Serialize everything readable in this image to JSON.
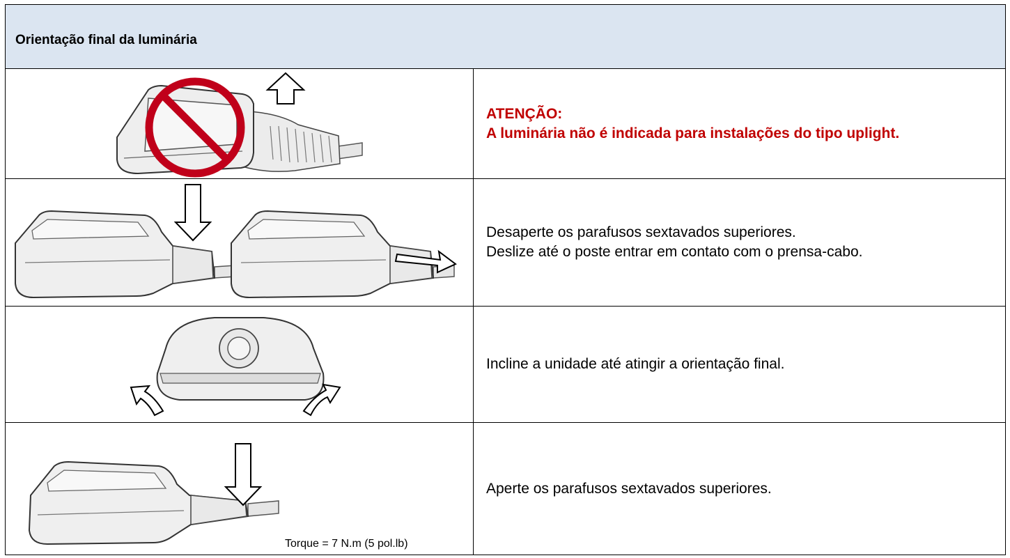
{
  "header": {
    "title": "Orientação final da luminária"
  },
  "rows": [
    {
      "warning_title": "ATENÇÃO:",
      "warning_text": "A luminária não é indicada para instalações do tipo uplight."
    },
    {
      "line1": "Desaperte os parafusos sextavados superiores.",
      "line2": "Deslize até o poste entrar em contato com o prensa-cabo."
    },
    {
      "line1": "Incline a unidade até atingir a orientação final."
    },
    {
      "line1": "Aperte os parafusos sextavados superiores.",
      "torque": "Torque = 7 N.m (5 pol.lb)"
    }
  ],
  "colors": {
    "header_bg": "#dbe5f1",
    "warning": "#c00000",
    "prohibition": "#c0001a"
  },
  "icons": [
    "prohibition-icon",
    "arrow-up-icon",
    "arrow-down-icon",
    "arrow-right-icon",
    "rotate-left-icon",
    "rotate-right-icon"
  ]
}
